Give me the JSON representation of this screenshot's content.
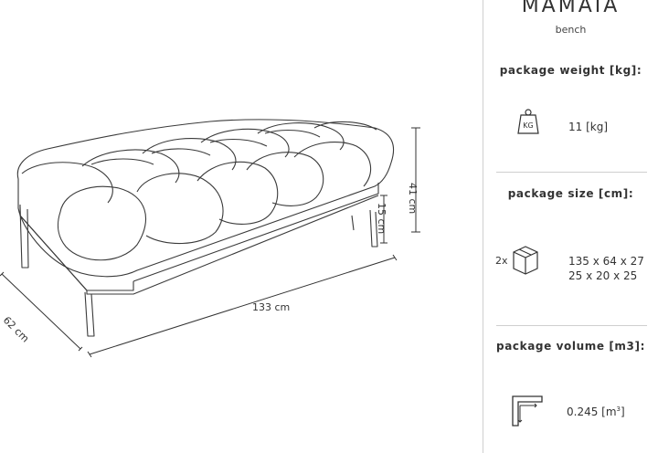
{
  "product": {
    "name": "MAMAIA",
    "type": "bench"
  },
  "dimensions": {
    "width": "133 cm",
    "depth": "62 cm",
    "height": "41 cm",
    "leg_height": "15 cm"
  },
  "package_weight": {
    "title": "package weight [kg]:",
    "icon_text": "KG",
    "value": "11 [kg]"
  },
  "package_size": {
    "title": "package size [cm]:",
    "count": "2x",
    "lines": [
      "135 x 64 x 27",
      "25 x 20 x 25"
    ]
  },
  "package_volume": {
    "title": "package volume [m3]:",
    "value": "0.245 [m",
    "exp": "3",
    "close": "]"
  }
}
